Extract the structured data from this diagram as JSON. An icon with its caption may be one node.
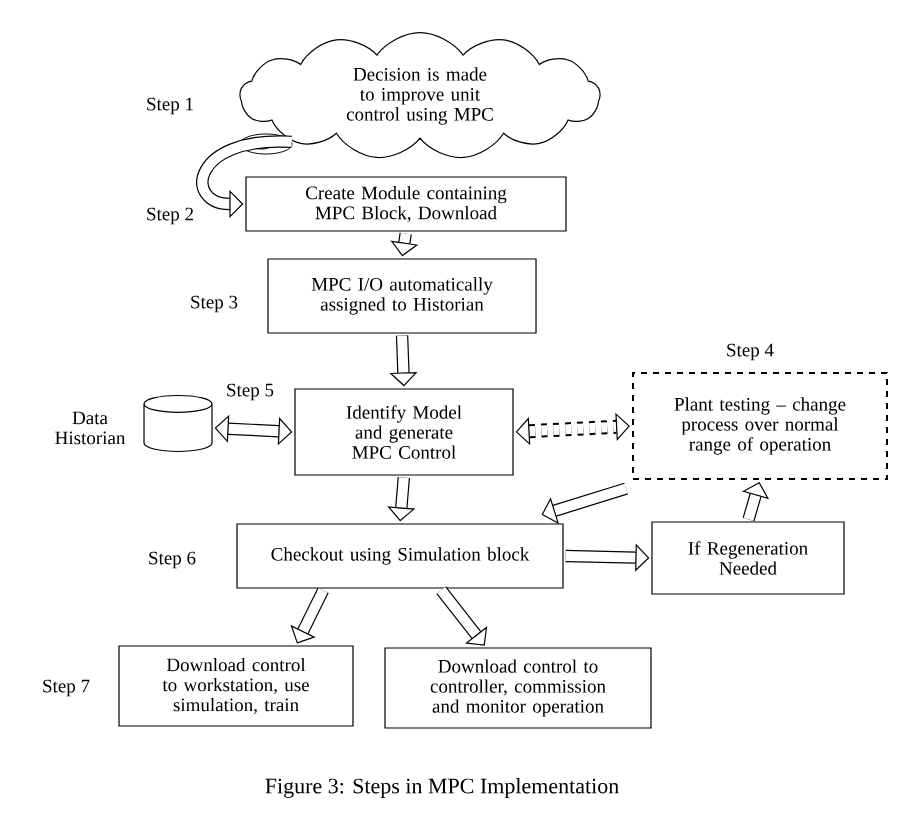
{
  "diagram": {
    "caption": "Figure 3: Steps in MPC Implementation",
    "nodes": [
      {
        "text": [
          "Decision is made to improve unit control using MPC"
        ]
      },
      {
        "text": [
          "Create Module containing MPC Block, Download"
        ]
      },
      {
        "text": [
          "MPC I/O automatically assigned to Historian"
        ]
      },
      {
        "text": [
          "Identify  Model and generate MPC Control"
        ]
      },
      {
        "text": [
          "Plant testing – change process over normal range of operation"
        ]
      },
      {
        "text": [],
        "shape": "cylinder",
        "beside": [
          "Data Historian"
        ]
      },
      {
        "text": [
          "Checkout using Simulation block"
        ]
      },
      {
        "text": [
          "If Regeneration Needed"
        ]
      },
      {
        "text": [
          "Download control to workstation, use simulation, train"
        ]
      },
      {
        "text": [
          "Download control to controller, commission and monitor operation"
        ]
      }
    ],
    "edges": [
      {
        "from": 0,
        "to": 1,
        "arrow": "to"
      },
      {
        "from": 1,
        "to": 2,
        "arrow": "to"
      },
      {
        "from": 2,
        "to": 3,
        "arrow": "to"
      },
      {
        "from": 5,
        "to": 3,
        "arrow": "both"
      },
      {
        "from": 3,
        "to": 4,
        "arrow": "both",
        "style": "dashed"
      },
      {
        "from": 4,
        "to": 6,
        "arrow": "to"
      },
      {
        "from": 3,
        "to": 6,
        "arrow": "to"
      },
      {
        "from": 6,
        "to": 7,
        "arrow": "to"
      },
      {
        "from": 7,
        "to": 4,
        "arrow": "to"
      },
      {
        "from": 6,
        "to": 8,
        "arrow": "to"
      },
      {
        "from": 6,
        "to": 9,
        "arrow": "to"
      }
    ],
    "labels": [
      "Step 1",
      "Step 2",
      "Step 3",
      "Step 4",
      "Step 5",
      "Step 6",
      "Step 7"
    ]
  }
}
